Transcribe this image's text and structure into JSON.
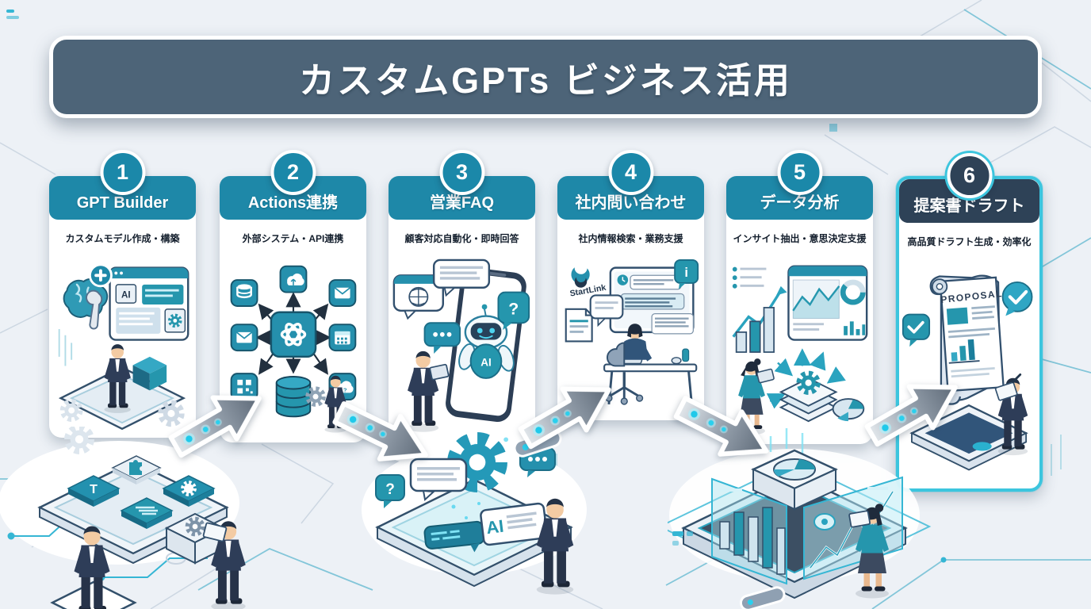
{
  "title": "カスタムGPTs ビジネス活用",
  "steps": [
    {
      "number": "1",
      "title": "GPT Builder",
      "subtitle": "カスタムモデル作成・構築",
      "illustration": "brain-builder-ai-window"
    },
    {
      "number": "2",
      "title": "Actions連携",
      "subtitle": "外部システム・API連携",
      "illustration": "api-hub-connections"
    },
    {
      "number": "3",
      "title": "営業FAQ",
      "subtitle": "顧客対応自動化・即時回答",
      "illustration": "phone-ai-chatbot"
    },
    {
      "number": "4",
      "title": "社内問い合わせ",
      "subtitle": "社内情報検索・業務支援",
      "illustration": "employee-desk-search"
    },
    {
      "number": "5",
      "title": "データ分析",
      "subtitle": "インサイト抽出・意思決定支援",
      "illustration": "analytics-dashboard"
    },
    {
      "number": "6",
      "title": "提案書ドラフト",
      "subtitle": "高品質ドラフト生成・効率化",
      "illustration": "proposal-scroll-draft"
    }
  ],
  "labels": {
    "ai": "AI",
    "startlink": "StartLink",
    "proposal": "PROPOSAL",
    "tile_t": "T",
    "question_mark": "?",
    "info_i": "i"
  },
  "colors": {
    "banner": "#4d6478",
    "header_teal": "#1e88a8",
    "header_dark": "#2e4257",
    "accent_cyan": "#3cc5de",
    "arrow_gray": "#66717f",
    "background": "#edf1f6"
  }
}
